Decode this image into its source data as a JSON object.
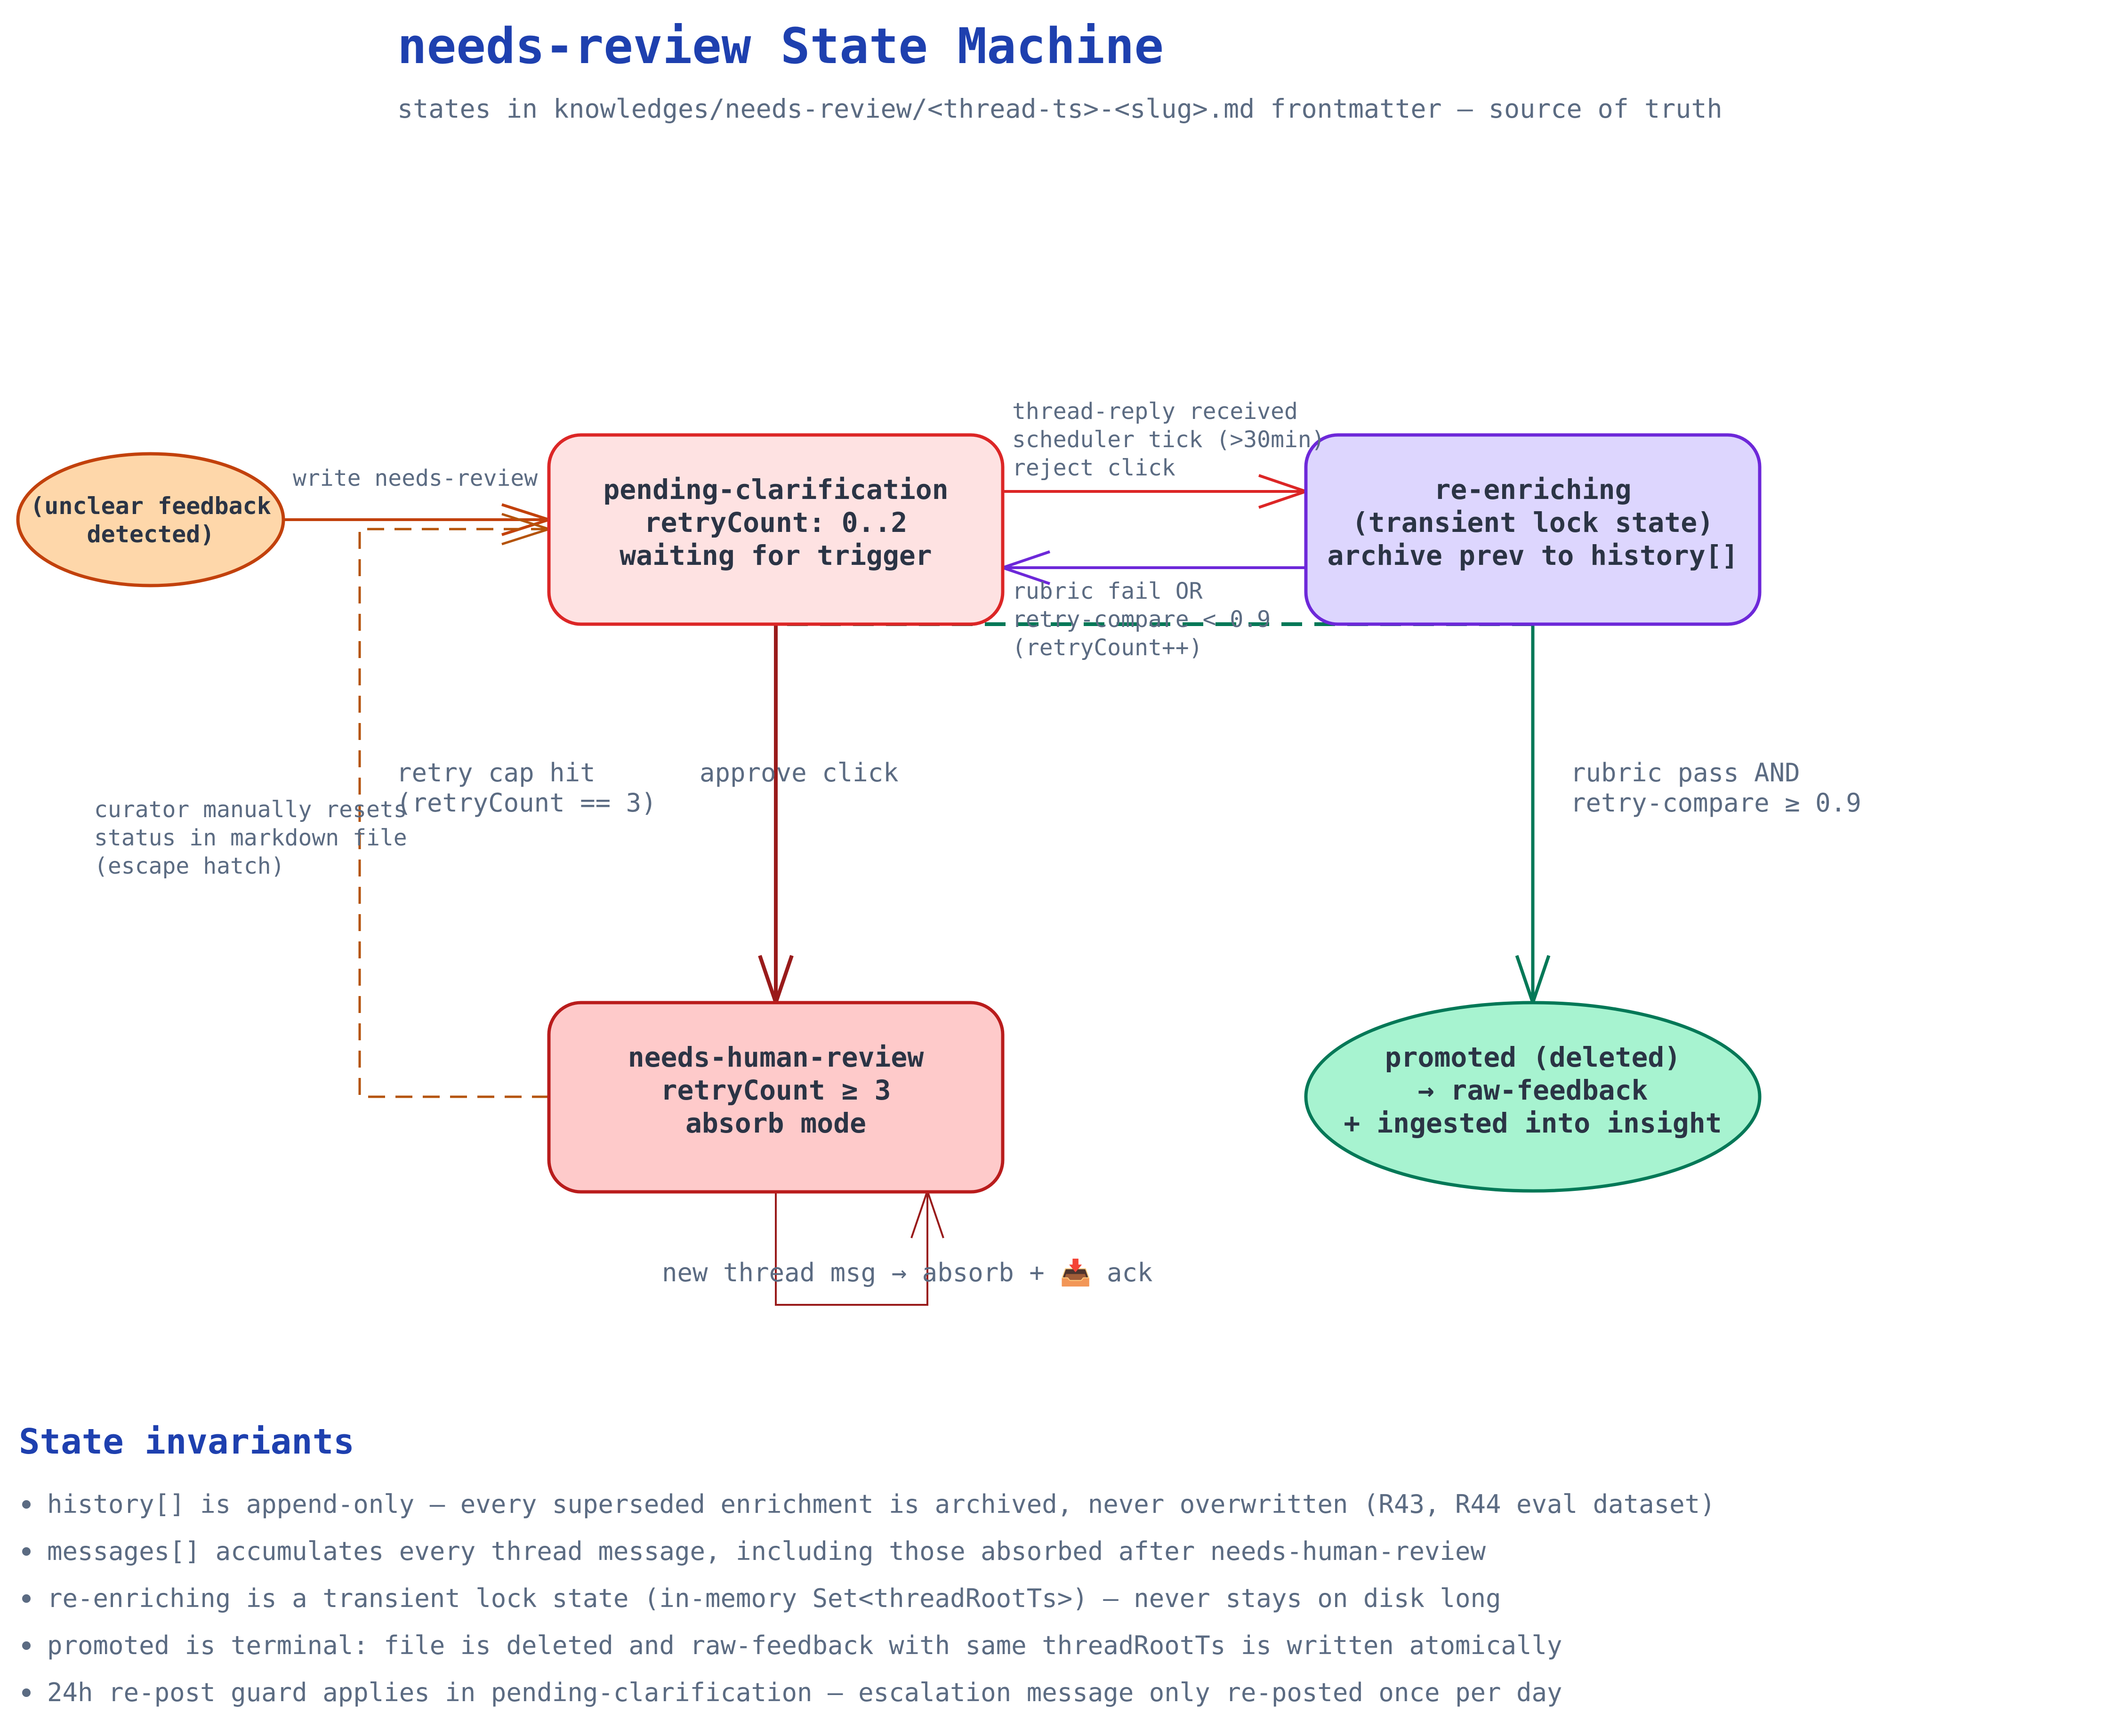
{
  "title": "needs-review State Machine",
  "subtitle": "states in knowledges/needs-review/<thread-ts>-<slug>.md frontmatter — source of truth",
  "colors": {
    "title": "#1e40af",
    "muted_text": "#5b6b82",
    "node_text": "#2b3445",
    "start_fill": "#fed7aa",
    "start_stroke": "#c2410c",
    "pending_fill": "#fee2e2",
    "pending_stroke": "#dc2626",
    "reenrich_fill": "#ddd6fe",
    "reenrich_stroke": "#6d28d9",
    "human_fill": "#fecaca",
    "human_stroke": "#b91c1c",
    "promoted_fill": "#a7f3d0",
    "promoted_stroke": "#047857",
    "dark_red_edge": "#991b1b",
    "manual_reset_edge": "#b45309"
  },
  "nodes": {
    "start": {
      "lines": [
        "(unclear feedback",
        "detected)"
      ]
    },
    "pending": {
      "lines": [
        "pending-clarification",
        "retryCount: 0..2",
        "waiting for trigger"
      ]
    },
    "reenriching": {
      "lines": [
        "re-enriching",
        "(transient lock state)",
        "archive prev to history[]"
      ]
    },
    "human": {
      "lines": [
        "needs-human-review",
        "retryCount ≥ 3",
        "absorb mode"
      ]
    },
    "promoted": {
      "lines": [
        "promoted (deleted)",
        "→ raw-feedback",
        "+ ingested into insight"
      ]
    }
  },
  "edges": {
    "write": {
      "lines": [
        "write needs-review"
      ]
    },
    "to_reenrich": {
      "lines": [
        "thread-reply received",
        "scheduler tick (>30min)",
        "reject click"
      ]
    },
    "to_pending": {
      "lines": [
        "rubric fail OR",
        "retry-compare < 0.9",
        "(retryCount++)"
      ]
    },
    "retry_cap": {
      "lines": [
        "retry cap hit",
        "(retryCount == 3)"
      ]
    },
    "approve": {
      "lines": [
        "approve click"
      ]
    },
    "rubric_pass": {
      "lines": [
        "rubric pass AND",
        "retry-compare ≥ 0.9"
      ]
    },
    "manual_reset": {
      "lines": [
        "curator manually resets",
        "status in markdown file",
        "(escape hatch)"
      ]
    },
    "absorb": {
      "lines": [
        "new thread msg → absorb + 📥 ack"
      ]
    }
  },
  "invariants": {
    "title": "State invariants",
    "items": [
      "history[] is append-only — every superseded enrichment is archived, never overwritten (R43, R44 eval dataset)",
      "messages[] accumulates every thread message, including those absorbed after needs-human-review",
      "re-enriching is a transient lock state (in-memory Set<threadRootTs>) — never stays on disk long",
      "promoted is terminal: file is deleted and raw-feedback with same threadRootTs is written atomically",
      "24h re-post guard applies in pending-clarification — escalation message only re-posted once per day"
    ]
  }
}
